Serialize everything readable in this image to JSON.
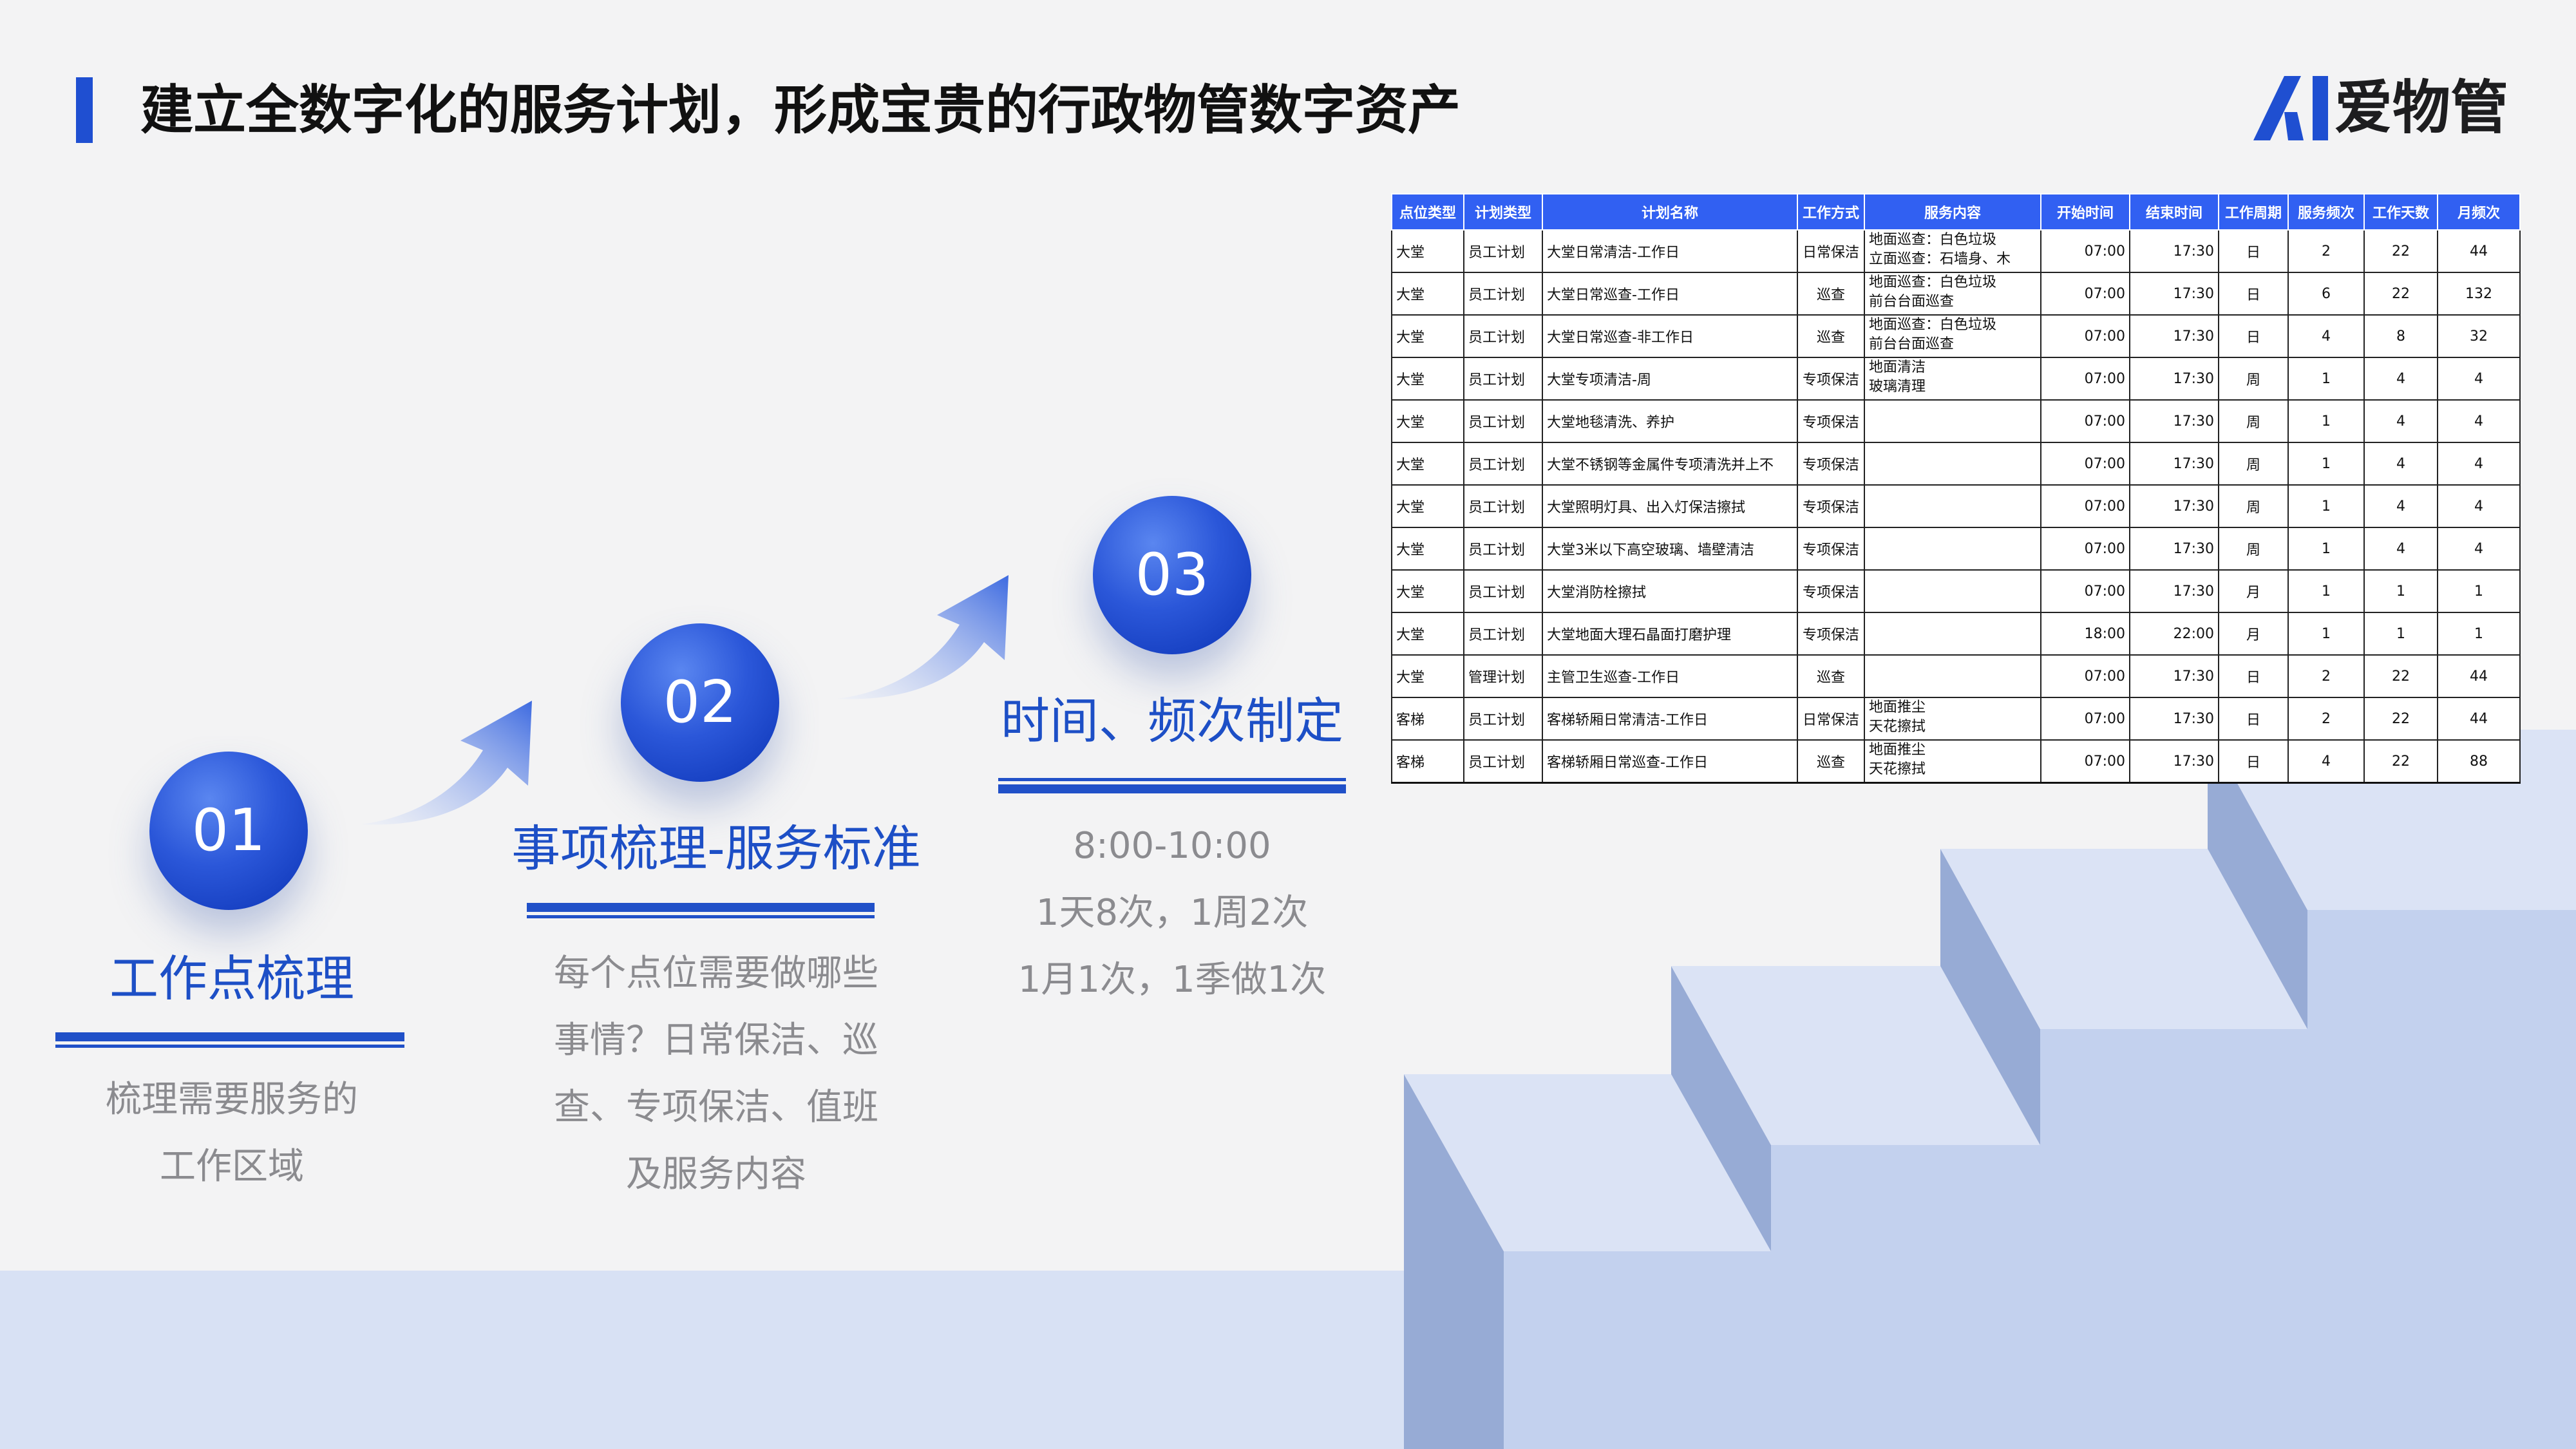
{
  "header": {
    "title": "建立全数字化的服务计划，形成宝贵的行政物管数字资产",
    "logo_mark": "AI",
    "logo_text": "爱物管"
  },
  "colors": {
    "accent": "#1f4fd1",
    "title_text": "#111111",
    "step_title": "#1d4fc6",
    "muted_text": "#8b8b8f",
    "table_header": "#3160f2",
    "stair_light": "#d8e1f4",
    "stair_mid": "#c3d1ee",
    "stair_dark": "#97abd5"
  },
  "steps": [
    {
      "number": "01",
      "title": "工作点梳理",
      "desc": [
        "梳理需要服务的",
        "工作区域"
      ]
    },
    {
      "number": "02",
      "title": "事项梳理-服务标准",
      "desc": [
        "每个点位需要做哪些",
        "事情？日常保洁、巡",
        "查、专项保洁、值班",
        "及服务内容"
      ]
    },
    {
      "number": "03",
      "title": "时间、频次制定",
      "desc": [
        "8:00-10:00",
        "1天8次，1周2次",
        "1月1次，1季做1次"
      ]
    }
  ],
  "table": {
    "headers": [
      "点位类型",
      "计划类型",
      "计划名称",
      "工作方式",
      "服务内容",
      "开始时间",
      "结束时间",
      "工作周期",
      "服务频次",
      "工作天数",
      "月频次"
    ],
    "rows": [
      [
        "大堂",
        "员工计划",
        "大堂日常清洁-工作日",
        "日常保洁",
        [
          "地面巡查：白色垃圾",
          "立面巡查：石墙身、木"
        ],
        "07:00",
        "17:30",
        "日",
        "2",
        "22",
        "44"
      ],
      [
        "大堂",
        "员工计划",
        "大堂日常巡查-工作日",
        "巡查",
        [
          "地面巡查：白色垃圾",
          "前台台面巡查"
        ],
        "07:00",
        "17:30",
        "日",
        "6",
        "22",
        "132"
      ],
      [
        "大堂",
        "员工计划",
        "大堂日常巡查-非工作日",
        "巡查",
        [
          "地面巡查：白色垃圾",
          "前台台面巡查"
        ],
        "07:00",
        "17:30",
        "日",
        "4",
        "8",
        "32"
      ],
      [
        "大堂",
        "员工计划",
        "大堂专项清洁-周",
        "专项保洁",
        [
          "地面清洁",
          "玻璃清理"
        ],
        "07:00",
        "17:30",
        "周",
        "1",
        "4",
        "4"
      ],
      [
        "大堂",
        "员工计划",
        "大堂地毯清洗、养护",
        "专项保洁",
        [],
        "07:00",
        "17:30",
        "周",
        "1",
        "4",
        "4"
      ],
      [
        "大堂",
        "员工计划",
        "大堂不锈钢等金属件专项清洗并上不",
        "专项保洁",
        [],
        "07:00",
        "17:30",
        "周",
        "1",
        "4",
        "4"
      ],
      [
        "大堂",
        "员工计划",
        "大堂照明灯具、出入灯保洁擦拭",
        "专项保洁",
        [],
        "07:00",
        "17:30",
        "周",
        "1",
        "4",
        "4"
      ],
      [
        "大堂",
        "员工计划",
        "大堂3米以下高空玻璃、墙壁清洁",
        "专项保洁",
        [],
        "07:00",
        "17:30",
        "周",
        "1",
        "4",
        "4"
      ],
      [
        "大堂",
        "员工计划",
        "大堂消防栓擦拭",
        "专项保洁",
        [],
        "07:00",
        "17:30",
        "月",
        "1",
        "1",
        "1"
      ],
      [
        "大堂",
        "员工计划",
        "大堂地面大理石晶面打磨护理",
        "专项保洁",
        [],
        "18:00",
        "22:00",
        "月",
        "1",
        "1",
        "1"
      ],
      [
        "大堂",
        "管理计划",
        "主管卫生巡查-工作日",
        "巡查",
        [],
        "07:00",
        "17:30",
        "日",
        "2",
        "22",
        "44"
      ],
      [
        "客梯",
        "员工计划",
        "客梯轿厢日常清洁-工作日",
        "日常保洁",
        [
          "地面推尘",
          "天花擦拭"
        ],
        "07:00",
        "17:30",
        "日",
        "2",
        "22",
        "44"
      ],
      [
        "客梯",
        "员工计划",
        "客梯轿厢日常巡查-工作日",
        "巡查",
        [
          "地面推尘",
          "天花擦拭"
        ],
        "07:00",
        "17:30",
        "日",
        "4",
        "22",
        "88"
      ]
    ]
  }
}
